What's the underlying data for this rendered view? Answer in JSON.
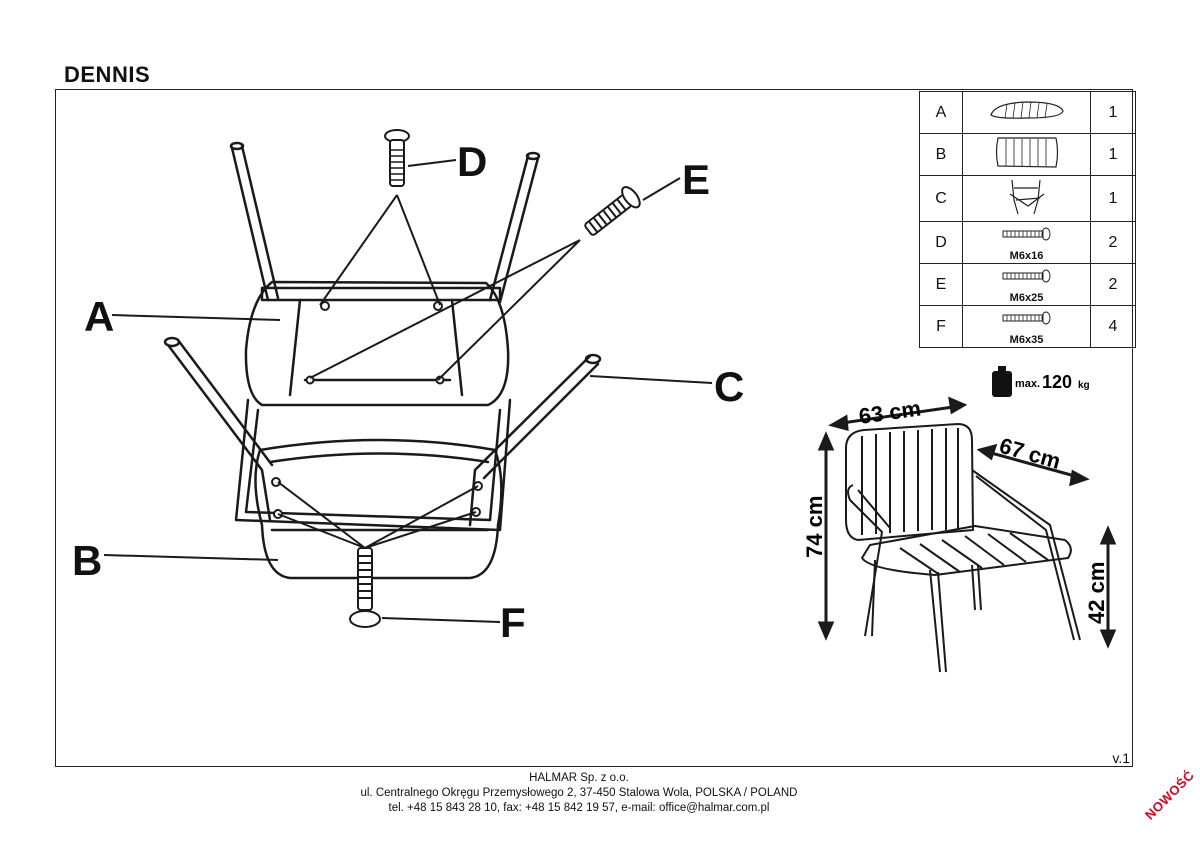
{
  "document": {
    "title": "DENNIS",
    "version": "v.1"
  },
  "callouts": {
    "a": "A",
    "b": "B",
    "c": "C",
    "d": "D",
    "e": "E",
    "f": "F"
  },
  "parts": [
    {
      "letter": "A",
      "qty": "1",
      "icon": "backrest-icon",
      "label": ""
    },
    {
      "letter": "B",
      "qty": "1",
      "icon": "seat-cushion-icon",
      "label": ""
    },
    {
      "letter": "C",
      "qty": "1",
      "icon": "frame-icon",
      "label": ""
    },
    {
      "letter": "D",
      "qty": "2",
      "icon": "screw-icon",
      "label": "M6x16"
    },
    {
      "letter": "E",
      "qty": "2",
      "icon": "screw-icon",
      "label": "M6x25"
    },
    {
      "letter": "F",
      "qty": "4",
      "icon": "screw-icon",
      "label": "M6x35"
    }
  ],
  "max_load": {
    "prefix": "max.",
    "value": "120",
    "unit": "kg"
  },
  "dimensions": {
    "width": "63 cm",
    "depth": "67 cm",
    "height": "74 cm",
    "seat_height": "42 cm"
  },
  "footer": {
    "company": "HALMAR Sp. z o.o.",
    "address": "ul. Centralnego Okręgu Przemysłowego 2, 37-450 Stalowa Wola, POLSKA / POLAND",
    "contact": "tel. +48 15 843 28 10, fax: +48 15 842 19 57, e-mail: office@halmar.com.pl"
  },
  "badge": "NOWOŚĆ"
}
